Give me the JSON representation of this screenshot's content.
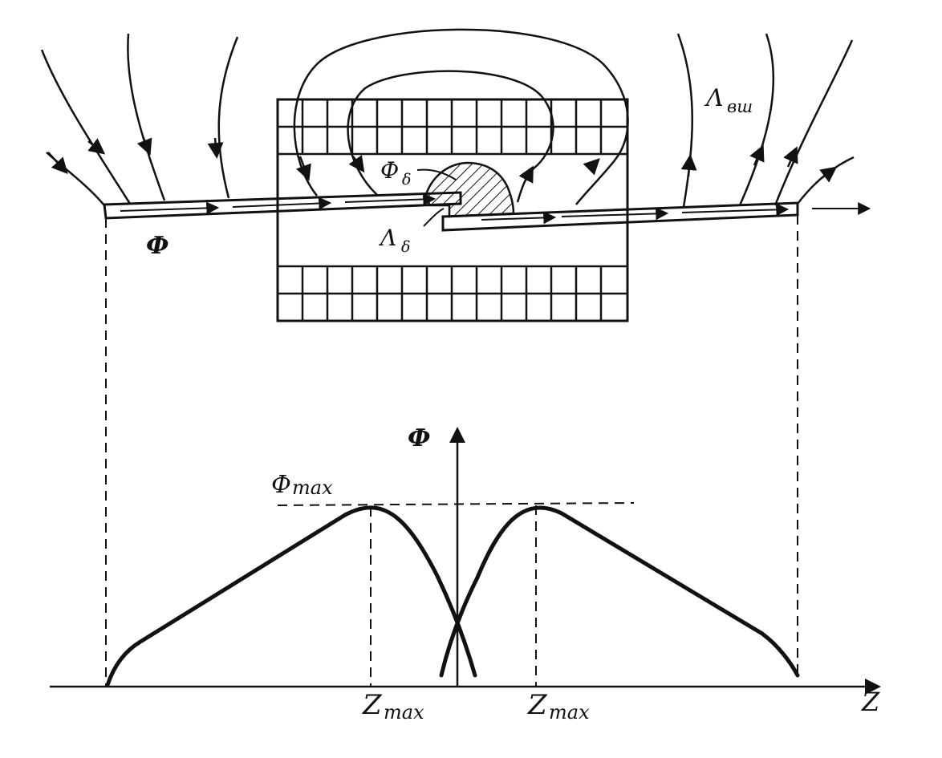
{
  "labels": {
    "flux_in_rod": "Ф",
    "gap_flux_main": "Ф",
    "gap_flux_sub": "δ",
    "gap_permeance_main": "Λ",
    "gap_permeance_sub": "δ",
    "external_permeance_main": "Λ",
    "external_permeance_sub": "вш",
    "axis_phi": "Ф",
    "phi_max_main": "Ф",
    "phi_max_sub": "max",
    "axis_z": "Z",
    "z_max_left_main": "Z",
    "z_max_left_sub": "max",
    "z_max_right_main": "Z",
    "z_max_right_sub": "max"
  },
  "colors": {
    "ink": "#111111",
    "background": "#ffffff"
  }
}
